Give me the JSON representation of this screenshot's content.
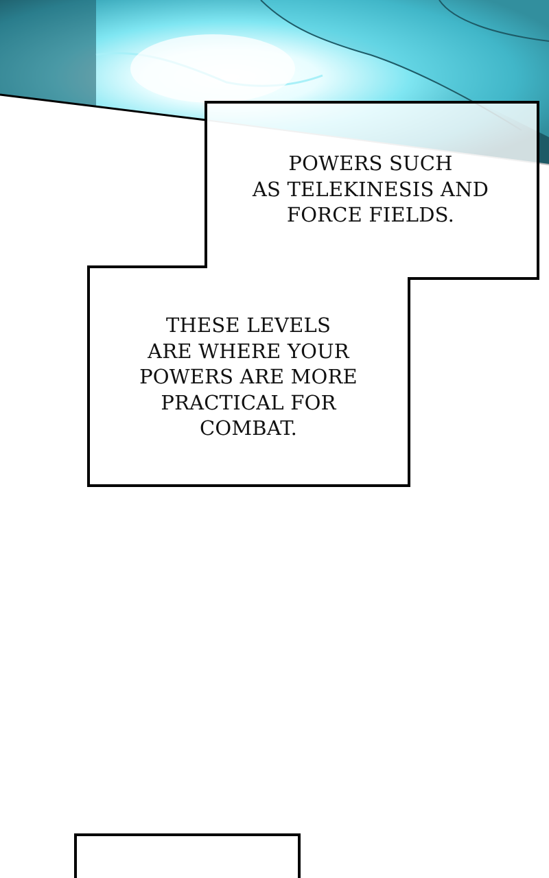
{
  "panel_top": {
    "art": "glowing-hand-energy",
    "colors": {
      "glow": "#7fe6f2",
      "dark": "#1d5a66",
      "white": "#ffffff"
    }
  },
  "captions": [
    {
      "text": "POWERS SUCH\nAS TELEKINESIS AND\nFORCE FIELDS."
    },
    {
      "text": "THESE LEVELS\nARE WHERE YOUR\nPOWERS ARE MORE\nPRACTICAL FOR\nCOMBAT."
    }
  ]
}
